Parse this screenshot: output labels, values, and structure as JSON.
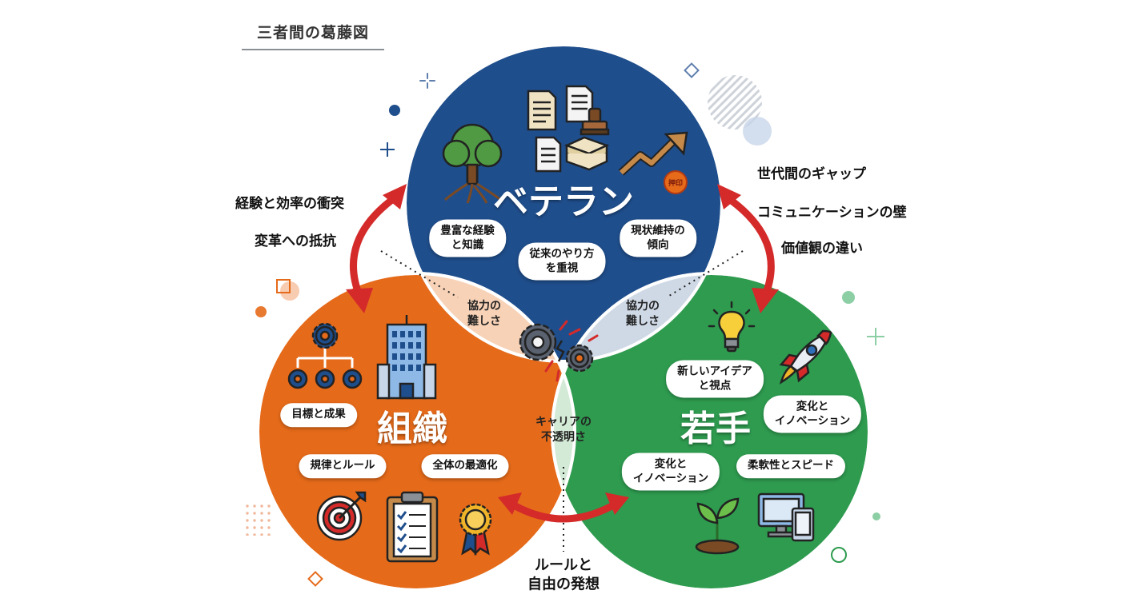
{
  "title": "三者間の葛藤図",
  "circles": {
    "veteran": {
      "name": "ベテラン",
      "color": "#1f4e8c"
    },
    "organization": {
      "name": "組織",
      "color": "#e56a1a"
    },
    "young": {
      "name": "若手",
      "color": "#2e9b4f"
    }
  },
  "veteran_pills": [
    "豊富な経験\nと知識",
    "従来のやり方\nを重視",
    "現状維持の\n傾向"
  ],
  "organization_pills": [
    "目標と成果",
    "規律とルール",
    "全体の最適化"
  ],
  "young_pills": [
    "新しいアイデア\nと視点",
    "変化と\nイノベーション",
    "変化と\nイノベーション",
    "柔軟性とスピード"
  ],
  "overlaps": {
    "veteran_organization": "協力の\n難しさ",
    "veteran_young": "協力の\n難しさ",
    "organization_young": "キャリアの\n不透明さ"
  },
  "conflicts": {
    "veteran_vs_organization": [
      "経験と効率の衝突",
      "変革への抵抗"
    ],
    "veteran_vs_young": [
      "世代間のギャップ",
      "コミュニケーションの壁",
      "価値観の違い"
    ],
    "organization_vs_young": "ルールと\n自由の発想"
  },
  "stamp_text": "押印",
  "icons": [
    "tree-icon",
    "documents-icon",
    "paper-stack-icon",
    "rising-arrow-icon",
    "seal-stamp-icon",
    "gears-hierarchy-icon",
    "office-building-icon",
    "target-icon",
    "checklist-clipboard-icon",
    "award-ribbon-icon",
    "lightbulb-icon",
    "rocket-icon",
    "sprout-icon",
    "devices-icon",
    "conflict-gears-icon"
  ],
  "colors": {
    "arrow": "#d42a2a",
    "accent_gray": "#7a8290"
  }
}
